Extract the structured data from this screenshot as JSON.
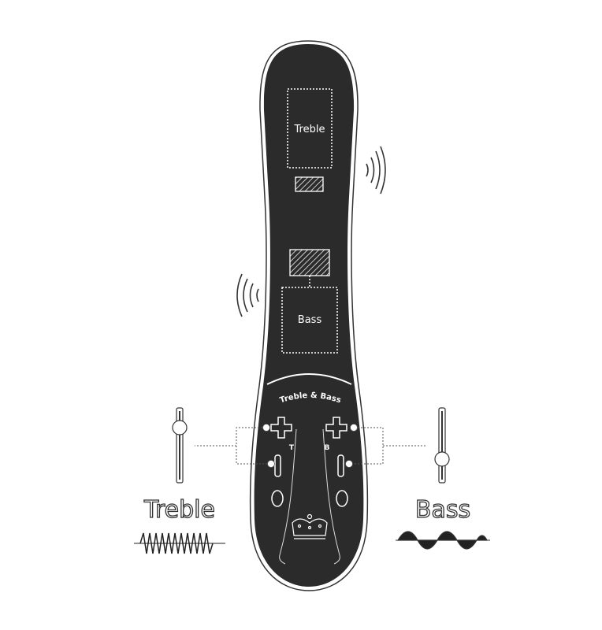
{
  "zones": {
    "treble": "Treble",
    "bass": "Bass"
  },
  "header_arc": "Treble & Bass",
  "button_letters": {
    "treble": "T",
    "bass": "B"
  },
  "labels": {
    "treble": "Treble",
    "bass": "Bass"
  },
  "sliders": {
    "treble_level": 0.75,
    "bass_level": 0.3
  },
  "colors": {
    "body": "#2b2b2b",
    "background": "#ffffff"
  }
}
